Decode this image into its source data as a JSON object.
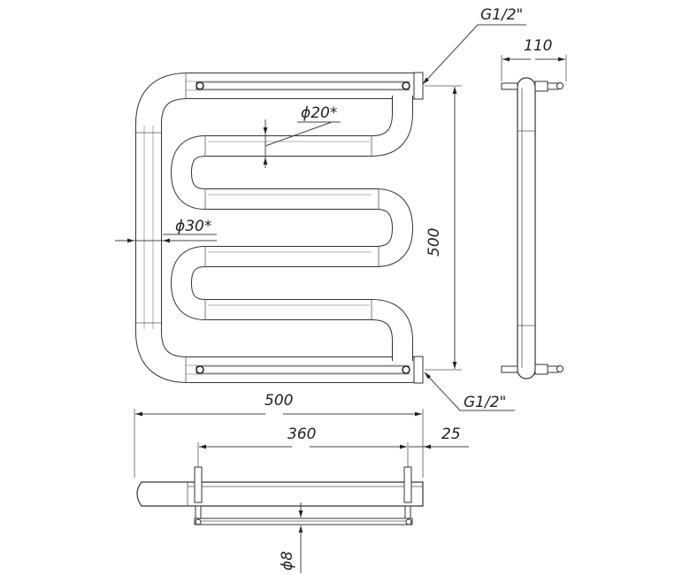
{
  "labels": {
    "thread_top": "G1/2\"",
    "thread_bottom": "G1/2\"",
    "depth": "110",
    "height": "500",
    "coil_diameter": "ϕ20*",
    "pipe_diameter": "ϕ30*",
    "width": "500",
    "center_distance": "360",
    "offset": "25",
    "rod_diameter": "ϕ8"
  }
}
